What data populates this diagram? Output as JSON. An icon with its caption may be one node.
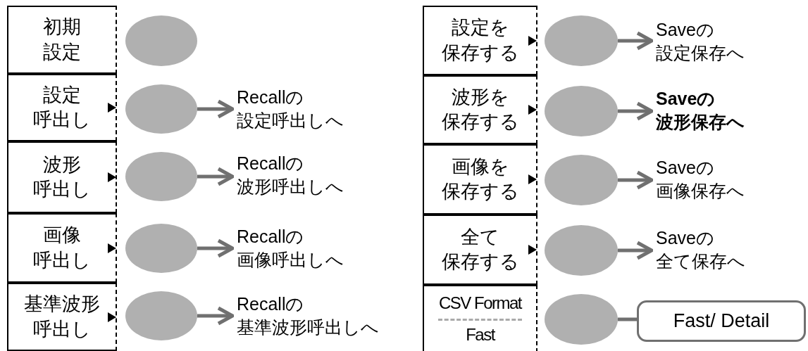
{
  "diagram": {
    "nodes": [
      {
        "text": [
          "初期設定"
        ]
      },
      {
        "text": [],
        "shape": "ellipse"
      },
      {
        "text": [
          "設定呼出し"
        ]
      },
      {
        "text": [],
        "shape": "ellipse"
      },
      {
        "text": [
          "Recallの設定呼出しへ"
        ]
      },
      {
        "text": [
          "波形呼出し"
        ]
      },
      {
        "text": [],
        "shape": "ellipse"
      },
      {
        "text": [
          "Recallの波形呼出しへ"
        ]
      },
      {
        "text": [
          "画像呼出し"
        ]
      },
      {
        "text": [],
        "shape": "ellipse"
      },
      {
        "text": [
          "Recallの画像呼出しへ"
        ]
      },
      {
        "text": [
          "基準波形呼出し"
        ]
      },
      {
        "text": [],
        "shape": "ellipse"
      },
      {
        "text": [
          "Recallの基準波形呼出しへ"
        ]
      },
      {
        "text": [
          "設定を保存する"
        ]
      },
      {
        "text": [],
        "shape": "ellipse"
      },
      {
        "text": [
          "Saveの設定保存へ"
        ]
      },
      {
        "text": [
          "波形を保存する"
        ]
      },
      {
        "text": [],
        "shape": "ellipse"
      },
      {
        "text": [
          "Saveの波形保存へ"
        ]
      },
      {
        "text": [
          "画像を保存する"
        ]
      },
      {
        "text": [],
        "shape": "ellipse"
      },
      {
        "text": [
          "Saveの画像保存へ"
        ]
      },
      {
        "text": [
          "全て保存する"
        ]
      },
      {
        "text": [],
        "shape": "ellipse"
      },
      {
        "text": [
          "Saveの全て保存へ"
        ]
      },
      {
        "text": [
          "CSV Format",
          "Fast"
        ]
      },
      {
        "text": [],
        "shape": "ellipse"
      },
      {
        "text": [
          "Fast/ Detail"
        ]
      }
    ],
    "edges": [
      {
        "from": 3,
        "to": 4,
        "arrow": "to"
      },
      {
        "from": 6,
        "to": 7,
        "arrow": "to"
      },
      {
        "from": 9,
        "to": 10,
        "arrow": "to"
      },
      {
        "from": 12,
        "to": 13,
        "arrow": "to"
      },
      {
        "from": 15,
        "to": 16,
        "arrow": "to"
      },
      {
        "from": 18,
        "to": 19,
        "arrow": "to"
      },
      {
        "from": 21,
        "to": 22,
        "arrow": "to"
      },
      {
        "from": 24,
        "to": 25,
        "arrow": "to"
      },
      {
        "from": 27,
        "to": 28,
        "arrow": "none"
      }
    ]
  }
}
